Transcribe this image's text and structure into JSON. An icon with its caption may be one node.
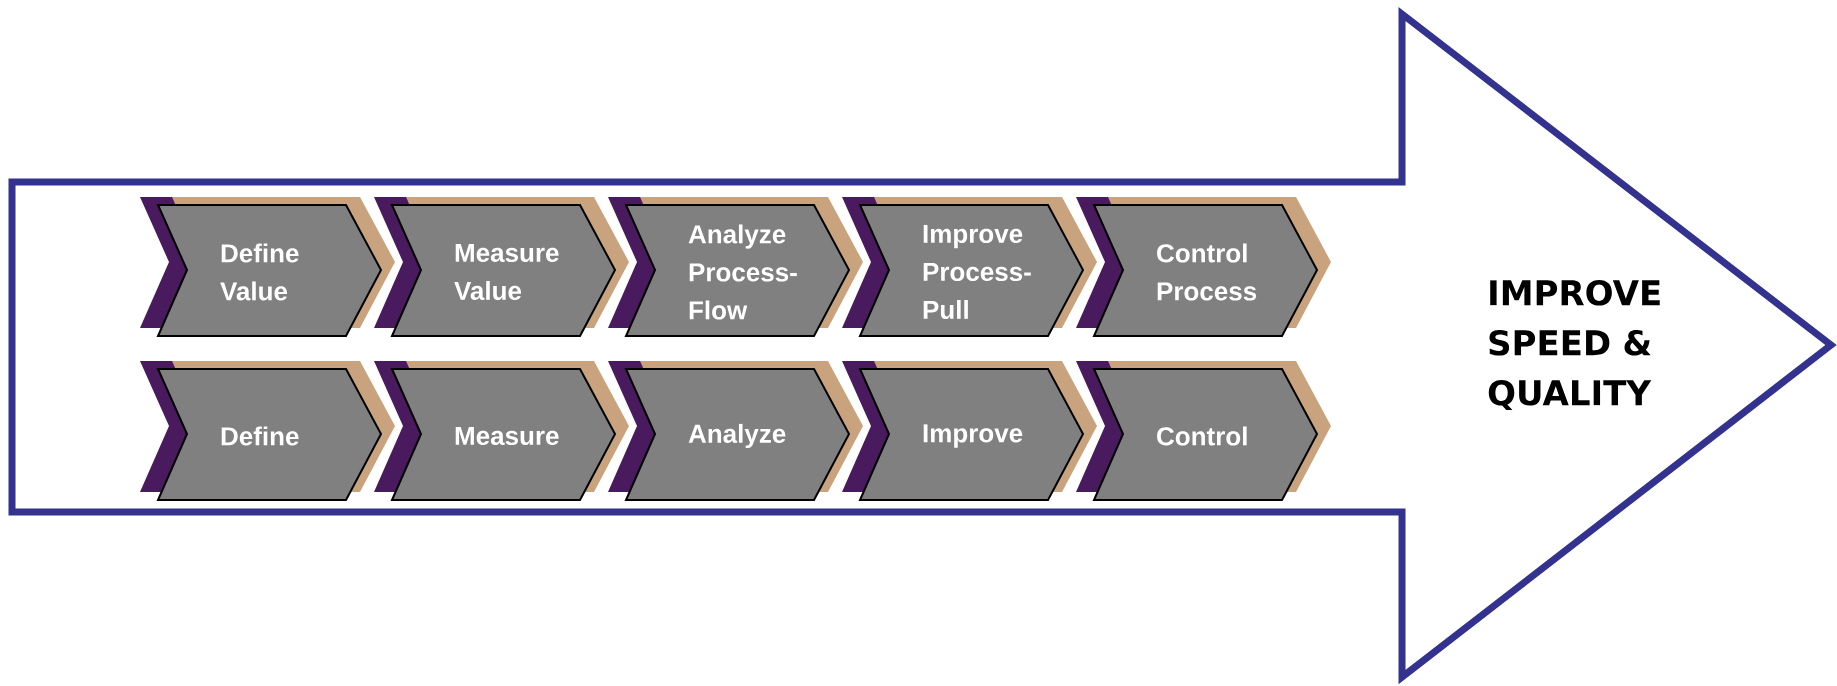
{
  "diagram": {
    "nodes": [
      {
        "text": [
          "IMPROVE SPEED & QUALITY"
        ]
      },
      {
        "text": [
          "Define Value"
        ],
        "in": 0
      },
      {
        "text": [
          "Measure Value"
        ],
        "in": 0
      },
      {
        "text": [
          "Analyze Process-Flow"
        ],
        "in": 0
      },
      {
        "text": [
          "Improve Process-Pull"
        ],
        "in": 0
      },
      {
        "text": [
          "Control Process"
        ],
        "in": 0
      },
      {
        "text": [
          "Define"
        ],
        "in": 0
      },
      {
        "text": [
          "Measure"
        ],
        "in": 0
      },
      {
        "text": [
          "Analyze"
        ],
        "in": 0
      },
      {
        "text": [
          "Improve"
        ],
        "in": 0
      },
      {
        "text": [
          "Control"
        ],
        "in": 0
      }
    ]
  }
}
